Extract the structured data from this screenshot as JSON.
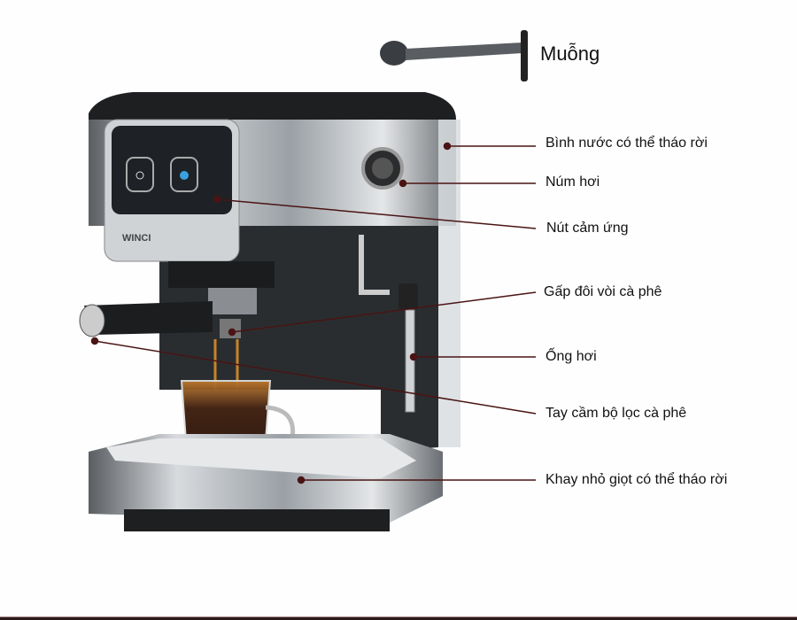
{
  "scoop_label": "Muỗng",
  "brand": "WINCI",
  "callouts": [
    {
      "id": "water-tank",
      "label": "Bình nước có thể tháo rời"
    },
    {
      "id": "steam-knob",
      "label": "Núm hơi"
    },
    {
      "id": "touch-buttons",
      "label": "Nút cảm ứng"
    },
    {
      "id": "double-spout",
      "label": "Gấp đôi vòi cà phê"
    },
    {
      "id": "steam-wand",
      "label": "Ống hơi"
    },
    {
      "id": "portafilter-handle",
      "label": "Tay cầm bộ lọc cà phê"
    },
    {
      "id": "drip-tray",
      "label": "Khay nhỏ giọt có thể tháo rời"
    }
  ],
  "colors": {
    "leader": "#4a1414",
    "steel": "#b8bcc0",
    "panel": "#1e2226",
    "accent": "#3aa0e0"
  }
}
